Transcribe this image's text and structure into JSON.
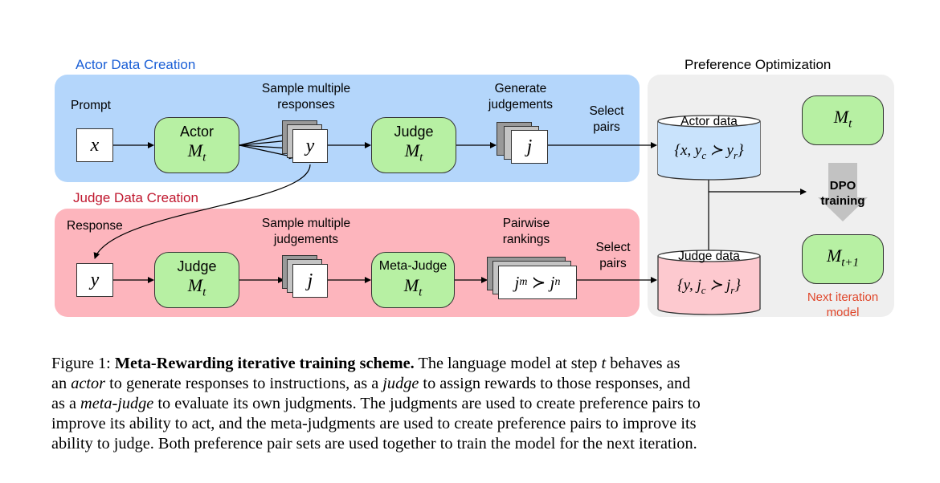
{
  "regions": {
    "actor": "Actor Data Creation",
    "judge": "Judge Data Creation",
    "preference": "Preference Optimization"
  },
  "actor_row": {
    "prompt_label": "Prompt",
    "input": "x",
    "actor_title": "Actor",
    "model": "M",
    "model_sub": "t",
    "sample_label_1": "Sample multiple",
    "sample_label_2": "responses",
    "response": "y",
    "judge_title": "Judge",
    "gen_label_1": "Generate",
    "gen_label_2": "judgements",
    "judgement": "j",
    "select_1": "Select",
    "select_2": "pairs"
  },
  "judge_row": {
    "response_label": "Response",
    "input": "y",
    "judge_title": "Judge",
    "model": "M",
    "model_sub": "t",
    "sample_label_1": "Sample multiple",
    "sample_label_2": "judgements",
    "judgement": "j",
    "meta_title": "Meta-Judge",
    "pair_label_1": "Pairwise",
    "pair_label_2": "rankings",
    "rank_a": "j",
    "rank_a_sup": "m",
    "rank_op": "≻",
    "rank_b": "j",
    "rank_b_sup": "n",
    "select_1": "Select",
    "select_2": "pairs"
  },
  "preference": {
    "actor_data_label": "Actor data",
    "actor_data_math": "{x, y",
    "actor_data_sub1": "c",
    "actor_data_op": " ≻ y",
    "actor_data_sub2": "r",
    "actor_data_end": "}",
    "judge_data_label": "Judge data",
    "judge_data_math": "{y, j",
    "judge_data_sub1": "c",
    "judge_data_op": " ≻ j",
    "judge_data_sub2": "r",
    "judge_data_end": "}",
    "model_current": "M",
    "model_current_sub": "t",
    "dpo_1": "DPO",
    "dpo_2": "training",
    "model_next": "M",
    "model_next_sub": "t+1",
    "next_1": "Next iteration",
    "next_2": "model"
  },
  "colors": {
    "actor_panel": "#b4d6fb",
    "judge_panel": "#fdb5bd",
    "pref_panel": "#efefef",
    "actor_label": "#1a5fd6",
    "judge_label": "#c0182f",
    "node_fill": "#b7f0a3",
    "next_label": "#e0462a"
  },
  "caption": {
    "prefix": "Figure 1: ",
    "bold": "Meta-Rewarding iterative training scheme.",
    "l1_a": " The language model at step ",
    "l1_t": "t",
    "l1_b": " behaves as",
    "l2_a": "an ",
    "l2_actor": "actor",
    "l2_b": " to generate responses to instructions, as a ",
    "l2_judge": "judge",
    "l2_c": " to assign rewards to those responses, and",
    "l3_a": "as a ",
    "l3_meta": "meta-judge",
    "l3_b": " to evaluate its own judgments. The judgments are used to create preference pairs to",
    "l4": "improve its ability to act, and the meta-judgments are used to create preference pairs to improve its",
    "l5": "ability to judge. Both preference pair sets are used together to train the model for the next iteration."
  }
}
